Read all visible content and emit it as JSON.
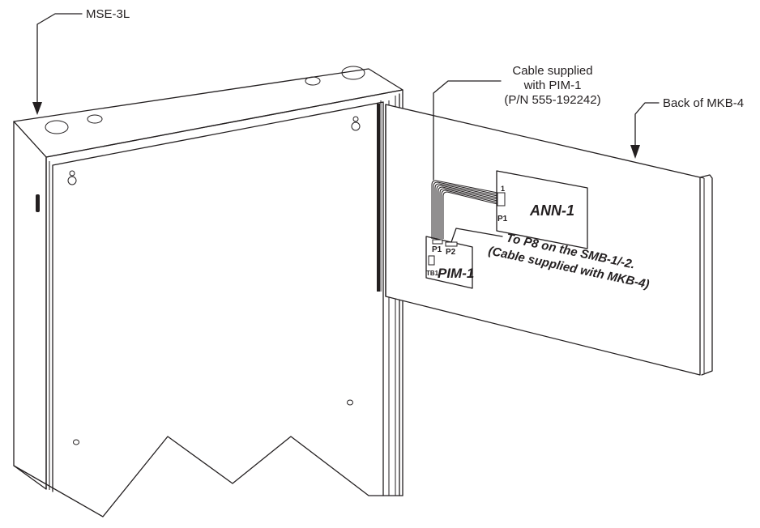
{
  "callouts": {
    "enclosure": "MSE-3L",
    "cable_line1": "Cable supplied",
    "cable_line2": "with PIM-1",
    "cable_line3": "(P/N 555-192242)",
    "back_panel": "Back of MKB-4",
    "to_p8_line1": "To P8 on the SMB-1/-2.",
    "to_p8_line2": "(Cable supplied with MKB-4)"
  },
  "boards": {
    "ann": {
      "name": "ANN-1",
      "pin_marker": "1",
      "connector": "P1"
    },
    "pim": {
      "name": "PIM-1",
      "connector_p1": "P1",
      "connector_p2": "P2",
      "terminal": "TB1"
    }
  },
  "colors": {
    "ink": "#231f20",
    "paper": "#ffffff"
  }
}
